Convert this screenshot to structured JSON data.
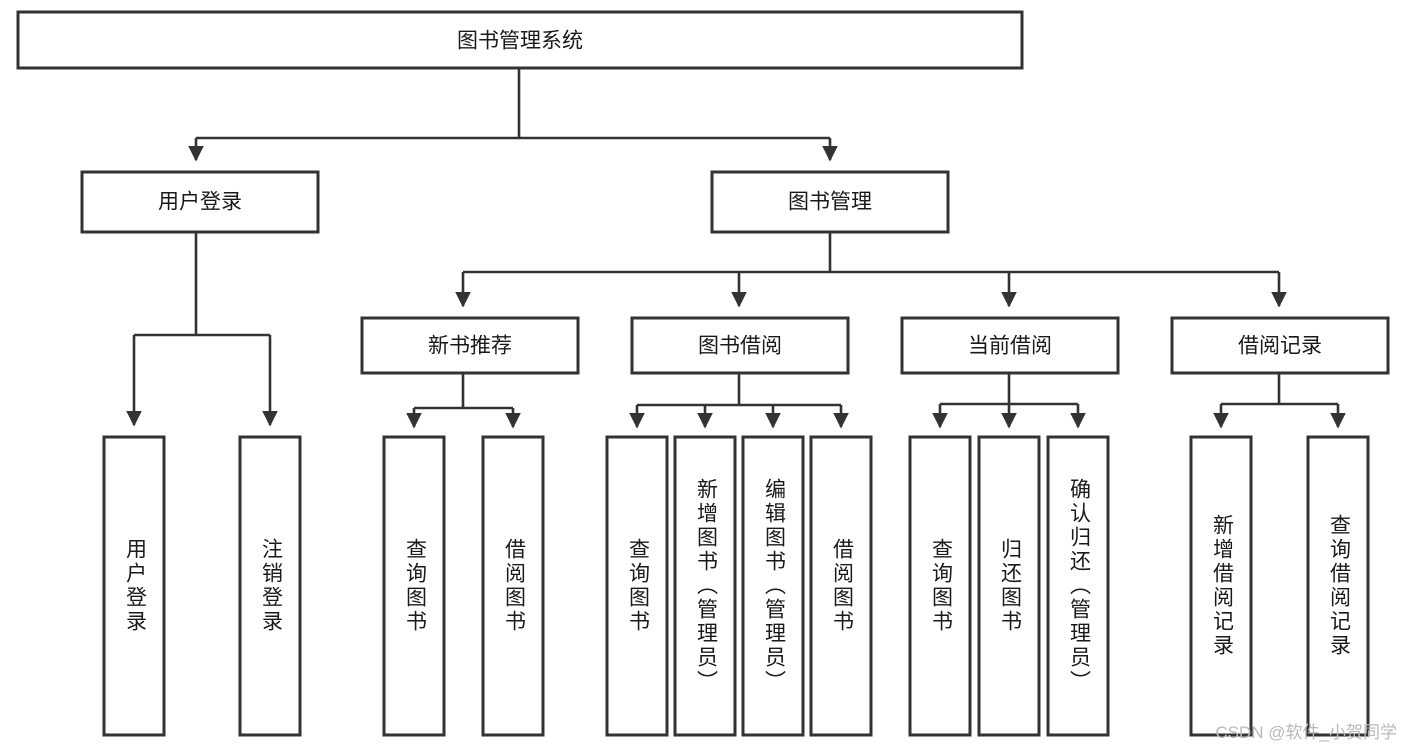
{
  "diagram": {
    "type": "tree-hierarchy",
    "title": "图书管理系统",
    "root": {
      "id": "root",
      "label": "图书管理系统",
      "orientation": "horizontal"
    },
    "level1": [
      {
        "id": "user-login",
        "label": "用户登录",
        "orientation": "horizontal"
      },
      {
        "id": "book-manage",
        "label": "图书管理",
        "orientation": "horizontal"
      }
    ],
    "level2": [
      {
        "id": "new-book-recommend",
        "label": "新书推荐",
        "orientation": "horizontal",
        "parent": "book-manage"
      },
      {
        "id": "book-borrow",
        "label": "图书借阅",
        "orientation": "horizontal",
        "parent": "book-manage"
      },
      {
        "id": "current-borrow",
        "label": "当前借阅",
        "orientation": "horizontal",
        "parent": "book-manage"
      },
      {
        "id": "borrow-record",
        "label": "借阅记录",
        "orientation": "horizontal",
        "parent": "book-manage"
      }
    ],
    "leaves": [
      {
        "id": "leaf-user-login",
        "label": "用户登录",
        "orientation": "vertical",
        "parent": "user-login"
      },
      {
        "id": "leaf-user-logout",
        "label": "注销登录",
        "orientation": "vertical",
        "parent": "user-login"
      },
      {
        "id": "leaf-query-book-1",
        "label": "查询图书",
        "orientation": "vertical",
        "parent": "new-book-recommend"
      },
      {
        "id": "leaf-borrow-book-1",
        "label": "借阅图书",
        "orientation": "vertical",
        "parent": "new-book-recommend"
      },
      {
        "id": "leaf-query-book-2",
        "label": "查询图书",
        "orientation": "vertical",
        "parent": "book-borrow"
      },
      {
        "id": "leaf-add-book",
        "label": "新增图书（管理员）",
        "orientation": "vertical",
        "parent": "book-borrow"
      },
      {
        "id": "leaf-edit-book",
        "label": "编辑图书（管理员）",
        "orientation": "vertical",
        "parent": "book-borrow"
      },
      {
        "id": "leaf-borrow-book-2",
        "label": "借阅图书",
        "orientation": "vertical",
        "parent": "book-borrow"
      },
      {
        "id": "leaf-query-book-3",
        "label": "查询图书",
        "orientation": "vertical",
        "parent": "current-borrow"
      },
      {
        "id": "leaf-return-book",
        "label": "归还图书",
        "orientation": "vertical",
        "parent": "current-borrow"
      },
      {
        "id": "leaf-confirm-return",
        "label": "确认归还（管理员）",
        "orientation": "vertical",
        "parent": "current-borrow"
      },
      {
        "id": "leaf-add-record",
        "label": "新增借阅记录",
        "orientation": "vertical",
        "parent": "borrow-record"
      },
      {
        "id": "leaf-query-record",
        "label": "查询借阅记录",
        "orientation": "vertical",
        "parent": "borrow-record"
      }
    ],
    "colors": {
      "box_fill": "#ffffff",
      "box_stroke": "#333333",
      "text": "#1a1a1a",
      "edge": "#333333",
      "watermark": "#b9b9b9",
      "background": "#ffffff"
    }
  },
  "watermark": {
    "text": "CSDN @软件_小贺同学"
  }
}
